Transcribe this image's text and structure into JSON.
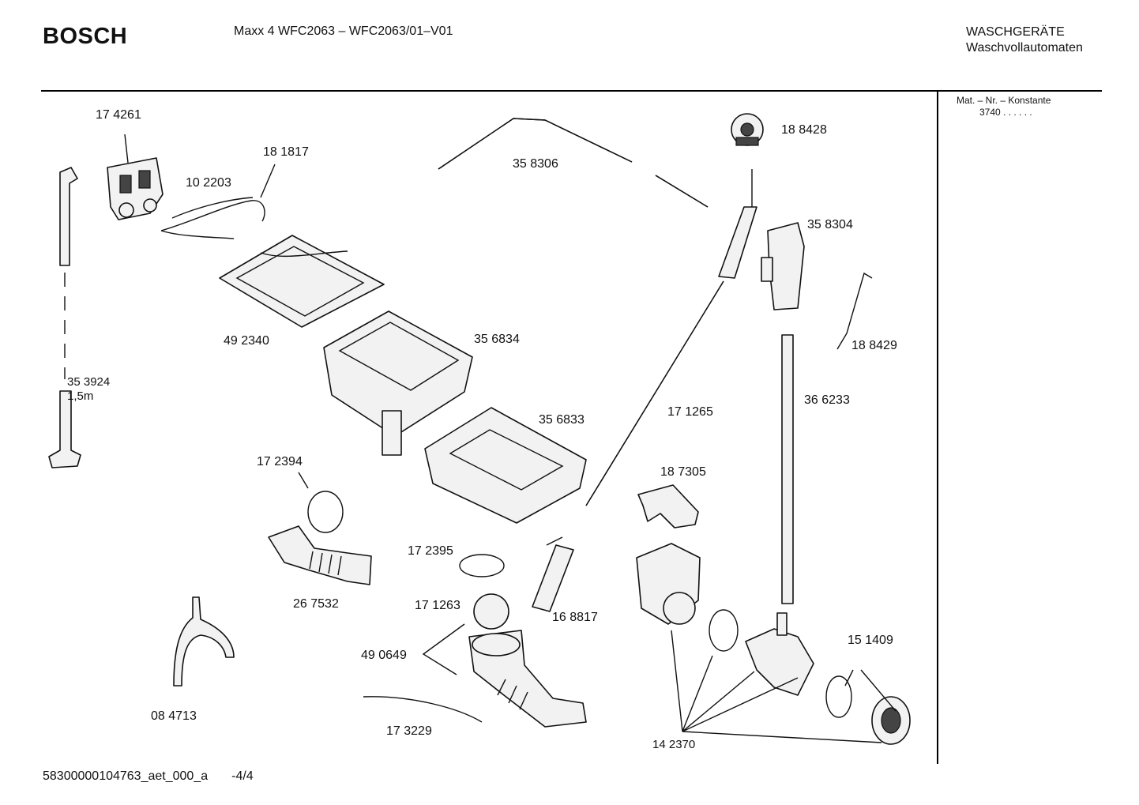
{
  "header": {
    "brand": "BOSCH",
    "model": "Maxx 4 WFC2063 – WFC2063/01–V01",
    "category_line1": "WASCHGERÄTE",
    "category_line2": "Waschvollautomaten"
  },
  "sidebar": {
    "heading": "Mat. – Nr. – Konstante",
    "value": "3740 . . . . . ."
  },
  "parts": [
    {
      "id": "p1",
      "number": "17 4261"
    },
    {
      "id": "p2",
      "number": "18 1817"
    },
    {
      "id": "p3",
      "number": "10 2203"
    },
    {
      "id": "p4",
      "number": "35 8306"
    },
    {
      "id": "p5",
      "number": "18 8428"
    },
    {
      "id": "p6",
      "number": "35 8304"
    },
    {
      "id": "p7",
      "number": "18 8429"
    },
    {
      "id": "p8",
      "number": "49 2340"
    },
    {
      "id": "p9",
      "number": "35 6834"
    },
    {
      "id": "p10",
      "number": "35 3924"
    },
    {
      "id": "p11",
      "number": "1,5m"
    },
    {
      "id": "p12",
      "number": "35 6833"
    },
    {
      "id": "p13",
      "number": "17 1265"
    },
    {
      "id": "p14",
      "number": "36 6233"
    },
    {
      "id": "p15",
      "number": "17 2394"
    },
    {
      "id": "p16",
      "number": "18 7305"
    },
    {
      "id": "p17",
      "number": "17 2395"
    },
    {
      "id": "p18",
      "number": "26 7532"
    },
    {
      "id": "p19",
      "number": "17 1263"
    },
    {
      "id": "p20",
      "number": "16 8817"
    },
    {
      "id": "p21",
      "number": "49 0649"
    },
    {
      "id": "p22",
      "number": "15 1409"
    },
    {
      "id": "p23",
      "number": "08 4713"
    },
    {
      "id": "p24",
      "number": "17 3229"
    },
    {
      "id": "p25",
      "number": "14 2370"
    }
  ],
  "footer": {
    "doc_id": "58300000104763_aet_000_a",
    "page": "-4/4"
  }
}
